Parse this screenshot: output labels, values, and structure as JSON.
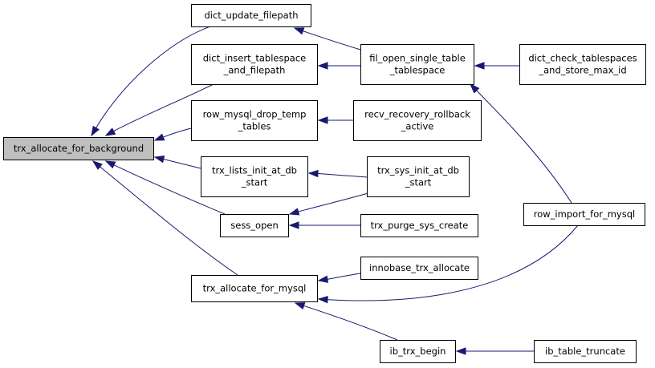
{
  "colors": {
    "edge": "#191970",
    "node_fill": "#ffffff",
    "root_fill": "#bfbfbf",
    "node_border": "#000000"
  },
  "nodes": [
    {
      "id": "trx_allocate_for_background",
      "lines": [
        "trx_allocate_for_background"
      ],
      "root": true
    },
    {
      "id": "dict_update_filepath",
      "lines": [
        "dict_update_filepath"
      ]
    },
    {
      "id": "dict_insert_tablespace_and_filepath",
      "lines": [
        "dict_insert_tablespace",
        "_and_filepath"
      ]
    },
    {
      "id": "row_mysql_drop_temp_tables",
      "lines": [
        "row_mysql_drop_temp",
        "_tables"
      ]
    },
    {
      "id": "trx_lists_init_at_db_start",
      "lines": [
        "trx_lists_init_at_db",
        "_start"
      ]
    },
    {
      "id": "sess_open",
      "lines": [
        "sess_open"
      ]
    },
    {
      "id": "trx_allocate_for_mysql",
      "lines": [
        "trx_allocate_for_mysql"
      ]
    },
    {
      "id": "fil_open_single_table_tablespace",
      "lines": [
        "fil_open_single_table",
        "_tablespace"
      ]
    },
    {
      "id": "recv_recovery_rollback_active",
      "lines": [
        "recv_recovery_rollback",
        "_active"
      ]
    },
    {
      "id": "trx_sys_init_at_db_start",
      "lines": [
        "trx_sys_init_at_db",
        "_start"
      ]
    },
    {
      "id": "trx_purge_sys_create",
      "lines": [
        "trx_purge_sys_create"
      ]
    },
    {
      "id": "innobase_trx_allocate",
      "lines": [
        "innobase_trx_allocate"
      ]
    },
    {
      "id": "ib_trx_begin",
      "lines": [
        "ib_trx_begin"
      ]
    },
    {
      "id": "dict_check_tablespaces_and_store_max_id",
      "lines": [
        "dict_check_tablespaces",
        "_and_store_max_id"
      ]
    },
    {
      "id": "row_import_for_mysql",
      "lines": [
        "row_import_for_mysql"
      ]
    },
    {
      "id": "ib_table_truncate",
      "lines": [
        "ib_table_truncate"
      ]
    }
  ],
  "edges": [
    {
      "from": "dict_update_filepath",
      "to": "trx_allocate_for_background"
    },
    {
      "from": "dict_insert_tablespace_and_filepath",
      "to": "trx_allocate_for_background"
    },
    {
      "from": "row_mysql_drop_temp_tables",
      "to": "trx_allocate_for_background"
    },
    {
      "from": "trx_lists_init_at_db_start",
      "to": "trx_allocate_for_background"
    },
    {
      "from": "sess_open",
      "to": "trx_allocate_for_background"
    },
    {
      "from": "trx_allocate_for_mysql",
      "to": "trx_allocate_for_background"
    },
    {
      "from": "fil_open_single_table_tablespace",
      "to": "dict_update_filepath"
    },
    {
      "from": "fil_open_single_table_tablespace",
      "to": "dict_insert_tablespace_and_filepath"
    },
    {
      "from": "recv_recovery_rollback_active",
      "to": "row_mysql_drop_temp_tables"
    },
    {
      "from": "trx_sys_init_at_db_start",
      "to": "trx_lists_init_at_db_start"
    },
    {
      "from": "trx_sys_init_at_db_start",
      "to": "sess_open"
    },
    {
      "from": "trx_purge_sys_create",
      "to": "sess_open"
    },
    {
      "from": "innobase_trx_allocate",
      "to": "trx_allocate_for_mysql"
    },
    {
      "from": "row_import_for_mysql",
      "to": "trx_allocate_for_mysql"
    },
    {
      "from": "ib_trx_begin",
      "to": "trx_allocate_for_mysql"
    },
    {
      "from": "dict_check_tablespaces_and_store_max_id",
      "to": "fil_open_single_table_tablespace"
    },
    {
      "from": "row_import_for_mysql",
      "to": "fil_open_single_table_tablespace"
    },
    {
      "from": "ib_table_truncate",
      "to": "ib_trx_begin"
    }
  ]
}
